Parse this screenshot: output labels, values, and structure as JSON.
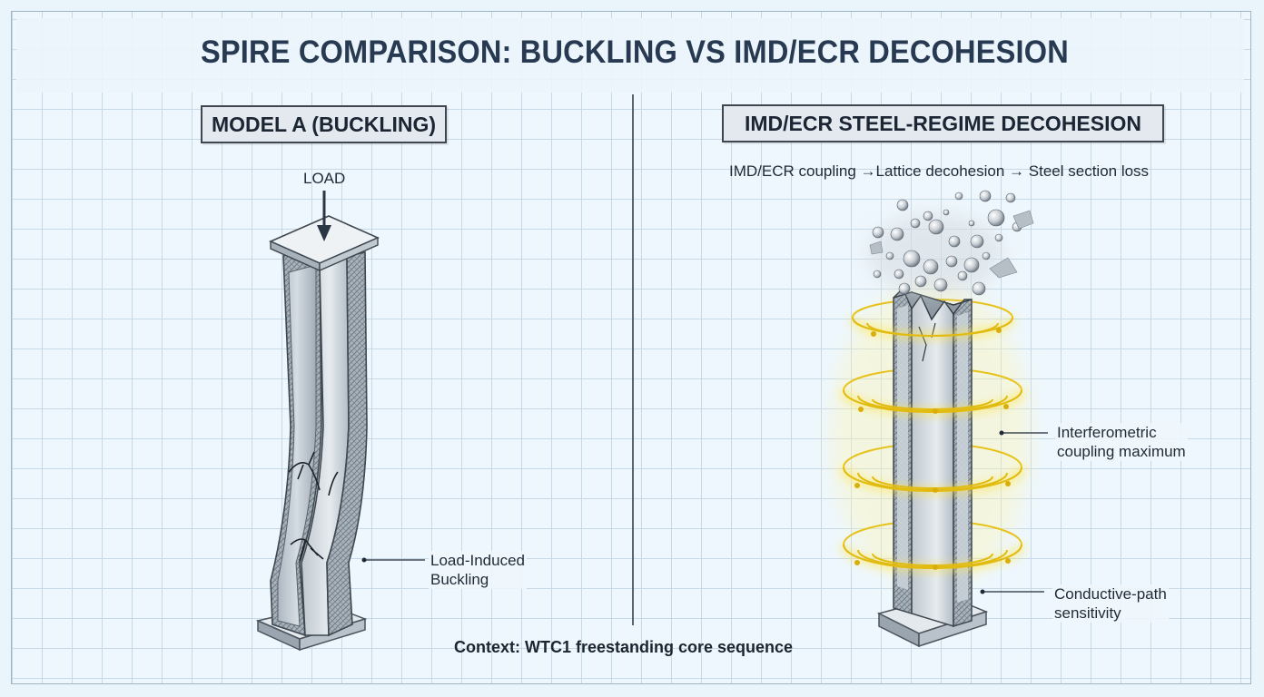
{
  "title": "SPIRE COMPARISON: BUCKLING VS IMD/ECR DECOHESION",
  "left_panel": {
    "label": "MODEL A (BUCKLING)",
    "load_label": "LOAD",
    "callout": "Load-Induced Buckling",
    "callout_lines": [
      "Load-Induced",
      "Buckling"
    ]
  },
  "right_panel": {
    "label": "IMD/ECR STEEL-REGIME DECOHESION",
    "chain": "IMD/ECR coupling  →Lattice decohesion → Steel section loss",
    "callout_interferometric": [
      "Interferometric",
      "coupling maximum"
    ],
    "callout_conductive": [
      "Conductive-path",
      "sensitivity"
    ]
  },
  "context": "Context: WTC1 freestanding core sequence",
  "colors": {
    "grid": "#c7d9e6",
    "background": "#eef7fd",
    "steel": "#b9c2ca",
    "steel_dark": "#8b959e",
    "glow": "#f5d417",
    "ink": "#1f2a36"
  }
}
